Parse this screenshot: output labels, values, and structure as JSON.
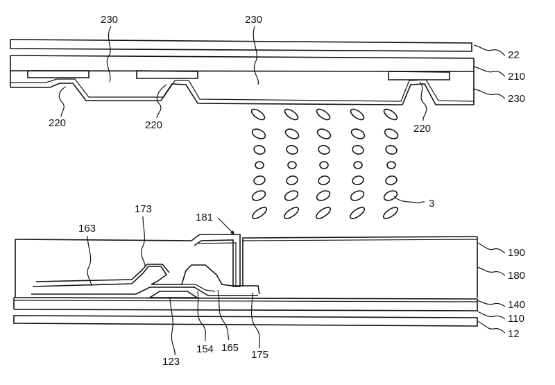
{
  "figure": {
    "labels": {
      "l230a": "230",
      "l230b": "230",
      "l22": "22",
      "l210": "210",
      "l230c": "230",
      "l220a": "220",
      "l220b": "220",
      "l220c": "220",
      "l3": "3",
      "l173": "173",
      "l163": "163",
      "l181": "181",
      "l190": "190",
      "l180": "180",
      "l140": "140",
      "l110": "110",
      "l12": "12",
      "l123": "123",
      "l154": "154",
      "l165": "165",
      "l175": "175"
    }
  }
}
